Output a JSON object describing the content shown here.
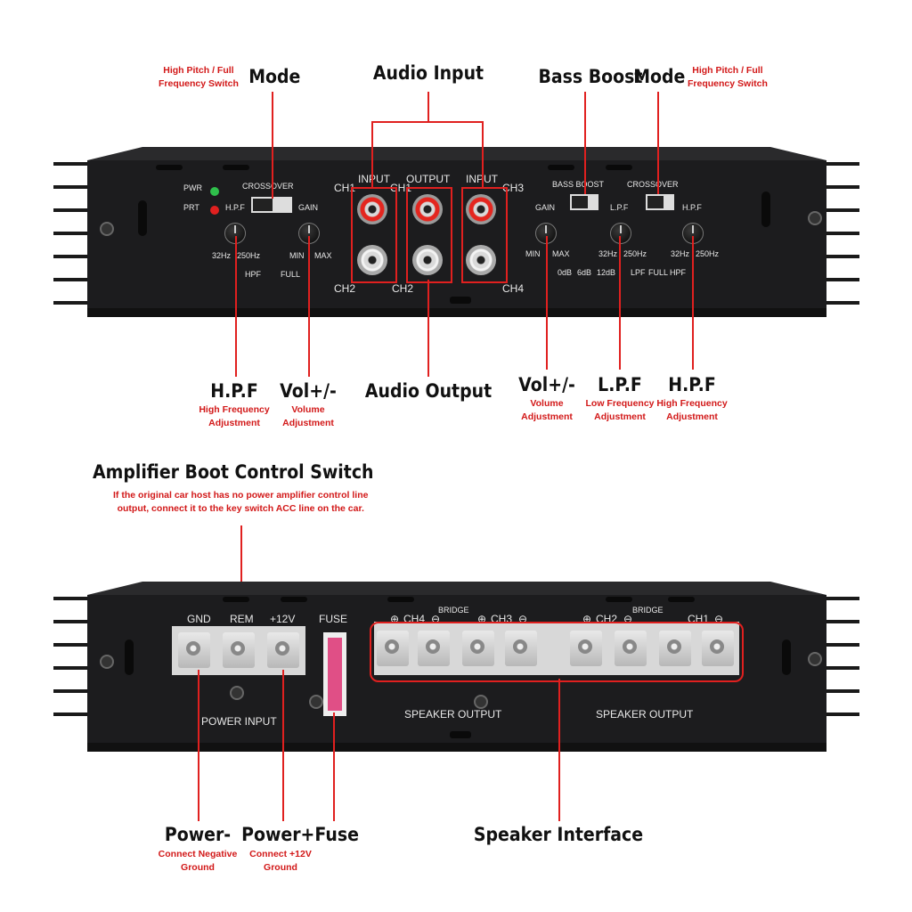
{
  "top_panel": {
    "callouts": {
      "mode_left": {
        "title": "Mode",
        "sub": "High Pitch / Full\nFrequency Switch"
      },
      "audio_input": {
        "title": "Audio Input"
      },
      "bass_boost": {
        "title": "Bass Boost"
      },
      "mode_right": {
        "title": "Mode",
        "sub": "High Pitch / Full\nFrequency Switch"
      },
      "hpf_left": {
        "title": "H.P.F",
        "sub": "High Frequency\nAdjustment"
      },
      "vol_left": {
        "title": "Vol+/-",
        "sub": "Volume\nAdjustment"
      },
      "audio_output": {
        "title": "Audio Output"
      },
      "vol_right": {
        "title": "Vol+/-",
        "sub": "Volume\nAdjustment"
      },
      "lpf": {
        "title": "L.P.F",
        "sub": "Low Frequency\nAdjustment"
      },
      "hpf_right": {
        "title": "H.P.F",
        "sub": "High Frequency\nAdjustment"
      }
    },
    "labels": {
      "pwr": "PWR",
      "prt": "PRT",
      "crossover": "CROSSOVER",
      "hpf": "H.P.F",
      "hz32": "32Hz",
      "hz250": "250Hz",
      "hpf_bottom": "HPF",
      "gain": "GAIN",
      "full": "FULL",
      "min": "MIN",
      "max": "MAX",
      "ch1": "CH1",
      "ch2": "CH2",
      "ch3": "CH3",
      "ch4": "CH4",
      "input": "INPUT",
      "output": "OUTPUT",
      "bass_boost": "BASS BOOST",
      "db0": "0dB",
      "db6": "6dB",
      "db12": "12dB",
      "lpf": "L.P.F",
      "lpf_bottom": "LPF",
      "crossover_r": "CROSSOVER"
    }
  },
  "bottom_panel": {
    "callouts": {
      "boot": {
        "title": "Amplifier Boot Control Switch",
        "sub": "If the original car host has no power amplifier control line\noutput, connect it to the key switch ACC line on the car."
      },
      "power_neg": {
        "title": "Power-",
        "sub": "Connect Negative\nGround"
      },
      "power_fuse": {
        "title": "Power+Fuse",
        "sub": "Connect +12V\nGround"
      },
      "speaker": {
        "title": "Speaker Interface"
      }
    },
    "labels": {
      "gnd": "GND",
      "rem": "REM",
      "v12": "+12V",
      "fuse": "FUSE",
      "power_input": "POWER INPUT",
      "bridge": "BRIDGE",
      "ch4": "CH4",
      "ch3": "CH3",
      "ch2": "CH2",
      "ch1": "CH1",
      "speaker_output": "SPEAKER OUTPUT",
      "plus": "⊕",
      "minus": "⊖"
    }
  },
  "colors": {
    "accent": "#e0201f",
    "panel": "#1c1c1e"
  }
}
